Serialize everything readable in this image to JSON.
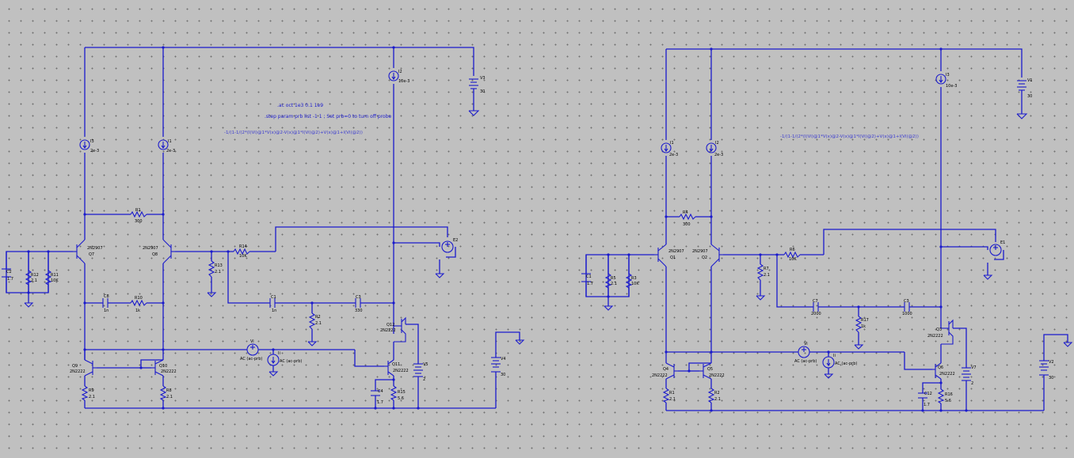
{
  "colors": {
    "background": "#c0c0c0",
    "grid_dot": "#707070",
    "wire": "#1a1acc",
    "label": "#000000"
  },
  "left": {
    "directives": [
      ".ac oct 1e3 0.1 1e9",
      ".step param prb list -1 1 ; Set prb=0 to turn off probe"
    ],
    "expression": "-1/(1-1/(2*(I(Vi)@1*V(x)@2-V(x)@1*I(Vi)@2)+V(x)@1+I(Vi)@2))",
    "labels": {
      "i3": "I3",
      "i3v": "2e-3",
      "ip": "I1",
      "ipv": "2e-3",
      "is": "I2",
      "isv": "10e-3",
      "v3": "V3",
      "v3v": "30",
      "r1": "R1",
      "r1v": "300",
      "q7": "Q7",
      "q7m": "2N2907",
      "q8": "Q8",
      "q8m": "2N2907",
      "c2": "C2",
      "c2v": "1.7",
      "r12": "R12",
      "r12v": "2.1",
      "r11": "R11",
      "r11v": "10K",
      "r14": "R14",
      "r14v": "10K",
      "r13": "R13",
      "r13v": "2.1",
      "c8": "C8",
      "c8v": "1n",
      "r10": "R10",
      "r10v": "1k",
      "c1": "C1",
      "c1v": "1n",
      "c3": "C3",
      "c3v": "330",
      "r2": "R2",
      "r2v": "2.1",
      "q12": "Q12",
      "q12m": "2N2222",
      "e2": "E2",
      "vi": "Vi",
      "vim": "AC (ac-prb)",
      "ii": "Ii",
      "iim": "AC (ac-prb)",
      "q9": "Q9",
      "q9m": "2N2222",
      "q10": "Q10",
      "q10m": "2N2222",
      "q11": "Q11",
      "q11m": "2N2222",
      "r9": "R9",
      "r9v": "2.1",
      "r8": "R8",
      "r8v": "2.1",
      "c4": "C4",
      "c4v": "1.7",
      "r15": "R15",
      "r15v": "5.6",
      "v5": "V5",
      "v5v": "2",
      "v4": "V4",
      "v4v": "30"
    }
  },
  "right": {
    "expression": "-1/(1-1/(2*(I(Vi)@1*V(x)@2-V(x)@1*I(Vi)@2)+V(x)@1+I(Vi)@2))",
    "labels": {
      "i1": "I1",
      "i1v": "2e-3",
      "i2": "I2",
      "i2v": "2e-3",
      "i3": "I3",
      "i3v": "10e-3",
      "v1": "V1",
      "v1v": "30",
      "r4": "R4",
      "r4v": "300",
      "q1": "Q1",
      "q1m": "2N2907",
      "q2": "Q2",
      "q2m": "2N2907",
      "c1": "C1",
      "c1v": "1.7",
      "r5": "R5",
      "r5v": "2.1",
      "r3": "R3",
      "r3v": "10K",
      "r6": "R6",
      "r6v": "10K",
      "r7": "R7",
      "r7v": "2.1",
      "c7": "C7",
      "c7v": "2000",
      "r17": "R17",
      "r17v": "1k",
      "c3": "C3",
      "c3v": "1000",
      "q3": "Q3",
      "q3m": "2N2222",
      "e1": "E1",
      "vi": "Vi",
      "vim": "AC (ac-prb)",
      "ii": "Ii",
      "iim": "AC (ac-prb)",
      "q4": "Q4",
      "q4m": "2N2222",
      "q5": "Q5",
      "q5m": "2N2222",
      "q6": "Q6",
      "q6m": "2N2222",
      "r1": "R1",
      "r1v": "2.1",
      "r2": "R2",
      "r2v": "2.1",
      "c12": "C12",
      "c12v": "1.7",
      "r16": "R16",
      "r16v": "5.6",
      "v7": "V7",
      "v7v": "2",
      "v2": "V2",
      "v2v": "30"
    }
  }
}
